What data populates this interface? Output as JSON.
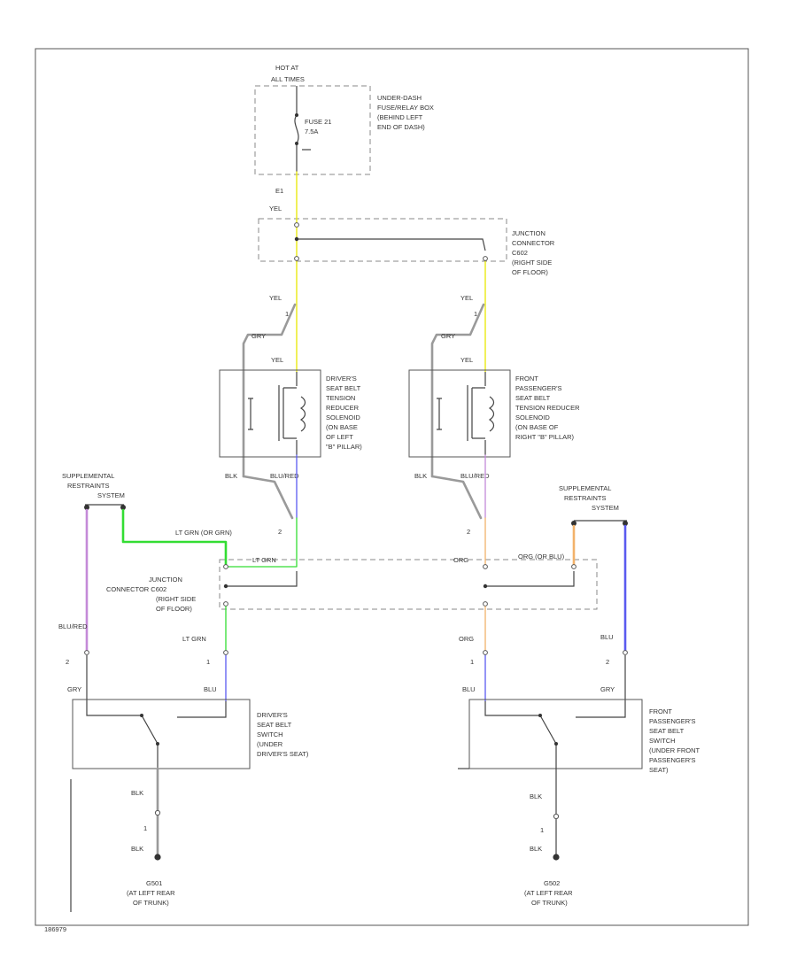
{
  "colors": {
    "YEL": "#e8e800",
    "GRY": "#9a9a9a",
    "BLK": "#333333",
    "BLU_RED": "#c48ad8",
    "LT_GRN": "#33dd33",
    "BLU": "#5a5af0",
    "ORG": "#f2b26a",
    "line": "#555555"
  },
  "labels": {
    "hot_at": "HOT AT",
    "all_times": "ALL TIMES",
    "fuse_box_1": "UNDER-DASH",
    "fuse_box_2": "FUSE/RELAY BOX",
    "fuse_box_3": "(BEHIND LEFT",
    "fuse_box_4": "END OF DASH)",
    "fuse_name": "FUSE 21",
    "fuse_rating": "7.5A",
    "fuse_pin": "E1",
    "wire_yel": "YEL",
    "wire_gry": "GRY",
    "wire_blk": "BLK",
    "wire_blu": "BLU",
    "wire_org": "ORG",
    "wire_lt_grn": "LT GRN",
    "wire_blu_red": "BLU/RED",
    "wire_lt_grn_or_grn": "LT GRN (OR GRN)",
    "wire_org_or_blu": "ORG (OR BLU)",
    "jc_top_1": "JUNCTION",
    "jc_top_2": "CONNECTOR",
    "jc_top_3": "C602",
    "jc_top_4": "(RIGHT SIDE",
    "jc_top_5": "OF FLOOR)",
    "drv_sol_1": "DRIVER'S",
    "drv_sol_2": "SEAT BELT",
    "drv_sol_3": "TENSION",
    "drv_sol_4": "REDUCER",
    "drv_sol_5": "SOLENOID",
    "drv_sol_6": "(ON BASE",
    "drv_sol_7": "OF LEFT",
    "drv_sol_8": "\"B\" PILLAR)",
    "pas_sol_1": "FRONT",
    "pas_sol_2": "PASSENGER'S",
    "pas_sol_3": "SEAT BELT",
    "pas_sol_4": "TENSION REDUCER",
    "pas_sol_5": "SOLENOID",
    "pas_sol_6": "(ON BASE OF",
    "pas_sol_7": "RIGHT \"B\" PILLAR)",
    "srs_1": "SUPPLEMENTAL",
    "srs_2": "RESTRAINTS",
    "srs_3": "SYSTEM",
    "jc_mid_1": "JUNCTION",
    "jc_mid_2": "CONNECTOR C602",
    "jc_mid_3": "(RIGHT SIDE",
    "jc_mid_4": "OF FLOOR)",
    "drv_sw_1": "DRIVER'S",
    "drv_sw_2": "SEAT BELT",
    "drv_sw_3": "SWITCH",
    "drv_sw_4": "(UNDER",
    "drv_sw_5": "DRIVER'S SEAT)",
    "pas_sw_1": "FRONT",
    "pas_sw_2": "PASSENGER'S",
    "pas_sw_3": "SEAT BELT",
    "pas_sw_4": "SWITCH",
    "pas_sw_5": "(UNDER FRONT",
    "pas_sw_6": "PASSENGER'S",
    "pas_sw_7": "SEAT)",
    "pin_1": "1",
    "pin_2": "2",
    "g_left": "G501",
    "g_right": "G502",
    "g_loc_1": "(AT LEFT REAR",
    "g_loc_2": "OF TRUNK)",
    "diagram_id": "186979"
  }
}
